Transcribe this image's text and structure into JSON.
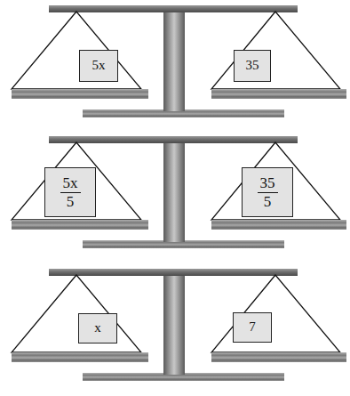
{
  "diagram": {
    "nodes": [
      {
        "text": [
          "5x"
        ]
      },
      {
        "text": [
          "35"
        ]
      },
      {
        "text": [
          "5x",
          "5"
        ]
      },
      {
        "text": [
          "35",
          "5"
        ]
      },
      {
        "text": [
          "x"
        ]
      },
      {
        "text": [
          "7"
        ]
      }
    ]
  }
}
